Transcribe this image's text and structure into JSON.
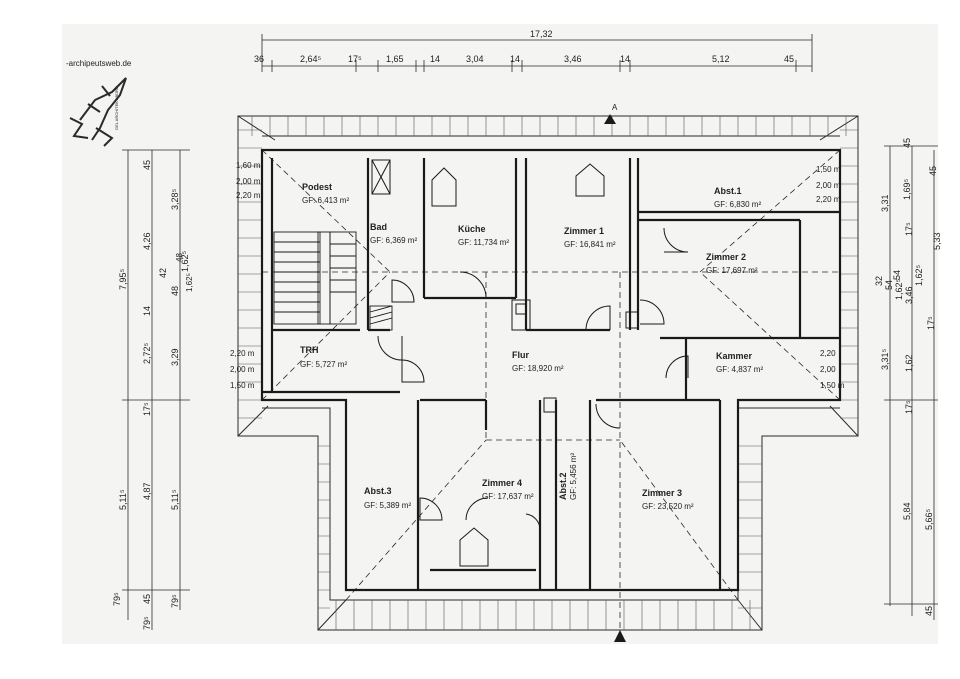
{
  "logo": {
    "url_text": "-archipeutsweb.de",
    "brand_small": "GEL ARCHITEKT BÜRO"
  },
  "top_dimensions": {
    "overall": "17,32",
    "segments": [
      "36",
      "2,64⁵",
      "17⁵",
      "1,65",
      "14",
      "3,04",
      "14",
      "3,46",
      "14",
      "5,12",
      "45"
    ]
  },
  "left_dimensions": {
    "outer": [
      "7,95⁵",
      "5,11⁵",
      "79⁵"
    ],
    "middle": [
      "45",
      "4,26",
      "14",
      "2,72⁵",
      "17⁵",
      "4,87",
      "45",
      "79⁵"
    ],
    "inner": [
      "3,28⁵",
      "42",
      "48",
      "1,62⁵",
      "3,29",
      "5,11⁵",
      "79⁵"
    ],
    "inner2": [
      "48",
      "1,62⁵"
    ]
  },
  "right_dimensions": {
    "outer": [
      "45",
      "1,69⁵",
      "17⁵",
      "3,46",
      "1,62",
      "5,66⁵",
      "45"
    ],
    "middle": [
      "3,31",
      "32",
      "54",
      "1,62⁵",
      "3,31⁵",
      "17⁵",
      "5,84"
    ],
    "extra": [
      "45",
      "5,33",
      "54",
      "1,62⁵",
      "17⁵"
    ]
  },
  "window_heights_left_top": [
    "1,60 m",
    "2,00 m",
    "2,20 m"
  ],
  "window_heights_left_bottom": [
    "2,20 m",
    "2,00 m",
    "1,50 m"
  ],
  "window_heights_right_top": [
    "1,50 m",
    "2,00 m",
    "2,20 m"
  ],
  "window_heights_right_bottom": [
    "2,20",
    "2,00",
    "1,50 m"
  ],
  "rooms": {
    "podest": {
      "name": "Podest",
      "area": "GF: 6,413 m²"
    },
    "bad": {
      "name": "Bad",
      "area": "GF: 6,369 m²"
    },
    "kueche": {
      "name": "Küche",
      "area": "GF: 11,734 m²"
    },
    "zimmer1": {
      "name": "Zimmer 1",
      "area": "GF: 16,841 m²"
    },
    "abst1": {
      "name": "Abst.1",
      "area": "GF: 6,830 m²"
    },
    "zimmer2": {
      "name": "Zimmer 2",
      "area": "GF: 17,697 m²"
    },
    "trh": {
      "name": "TRH",
      "area": "GF: 5,727 m²"
    },
    "flur": {
      "name": "Flur",
      "area": "GF: 18,920 m²"
    },
    "kammer": {
      "name": "Kammer",
      "area": "GF: 4,837 m²"
    },
    "abst3": {
      "name": "Abst.3",
      "area": "GF: 5,389 m²"
    },
    "zimmer4": {
      "name": "Zimmer 4",
      "area": "GF: 17,637 m²"
    },
    "abst2": {
      "name": "Abst.2",
      "area": "GF: 5,456 m²"
    },
    "zimmer3": {
      "name": "Zimmer 3",
      "area": "GF: 23,520 m²"
    }
  },
  "section_marker": "A",
  "colors": {
    "paper": "#f4f4f2",
    "ink": "#2a2a2a",
    "background": "#ffffff"
  }
}
